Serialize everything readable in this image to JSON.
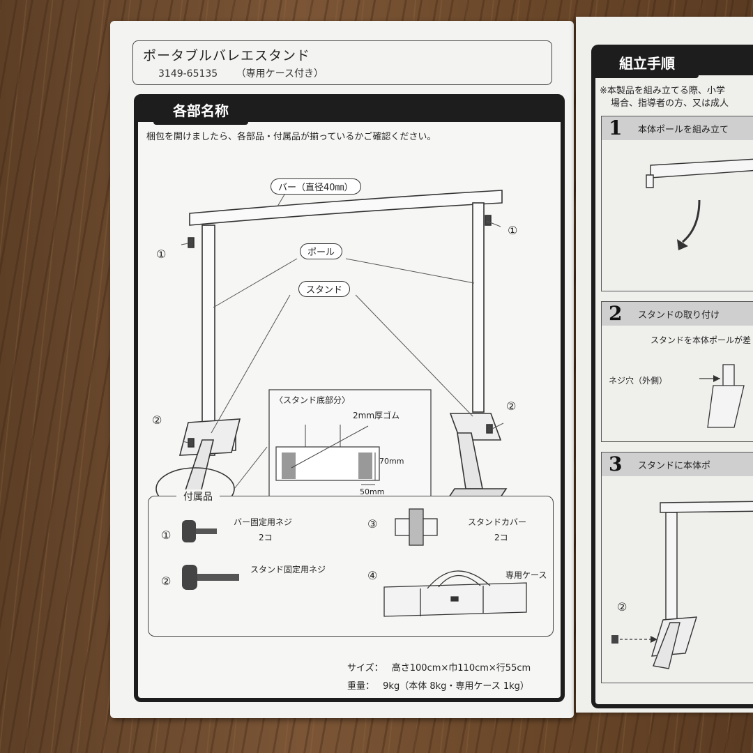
{
  "header": {
    "title": "ポータブルバレエスタンド",
    "code": "3149-65135",
    "case_note": "（専用ケース付き）"
  },
  "parts_section": {
    "heading": "各部名称",
    "intro": "梱包を開けましたら、各部品・付属品が揃っているかご確認ください。",
    "labels": {
      "bar": "バー（直径40㎜）",
      "pole": "ポール",
      "stand": "スタンド",
      "one": "①",
      "two": "②"
    },
    "detail": {
      "title": "〈スタンド底部分〉",
      "rubber": "2mm厚ゴム",
      "h": "70mm",
      "w": "50mm"
    }
  },
  "accessories": {
    "title": "付属品",
    "items": [
      {
        "num": "①",
        "name": "バー固定用ネジ",
        "qty": "2コ"
      },
      {
        "num": "②",
        "name": "スタンド固定用ネジ",
        "qty": ""
      },
      {
        "num": "③",
        "name": "スタンドカバー",
        "qty": "2コ"
      },
      {
        "num": "④",
        "name": "専用ケース",
        "qty": ""
      }
    ]
  },
  "specs": {
    "size_label": "サイズ：",
    "size_value": "高さ100cm×巾110cm×行55cm",
    "weight_label": "重量：",
    "weight_value": "9kg（本体 8kg・専用ケース 1kg）"
  },
  "assembly": {
    "heading": "組立手順",
    "note_line1": "※本製品を組み立てる際、小学",
    "note_line2": "場合、指導者の方、又は成人",
    "steps": [
      {
        "num": "1",
        "text": "本体ポールを組み立て"
      },
      {
        "num": "2",
        "text": "スタンドの取り付け"
      },
      {
        "num": "3",
        "text": "スタンドに本体ポ"
      }
    ],
    "step2_desc": "スタンドを本体ポールが差",
    "step2_hole": "ネジ穴（外側）",
    "step3_two": "②"
  },
  "colors": {
    "paper": "#f3f3f1",
    "ink": "#1d1d1d",
    "wood": "#6b4a2e"
  }
}
